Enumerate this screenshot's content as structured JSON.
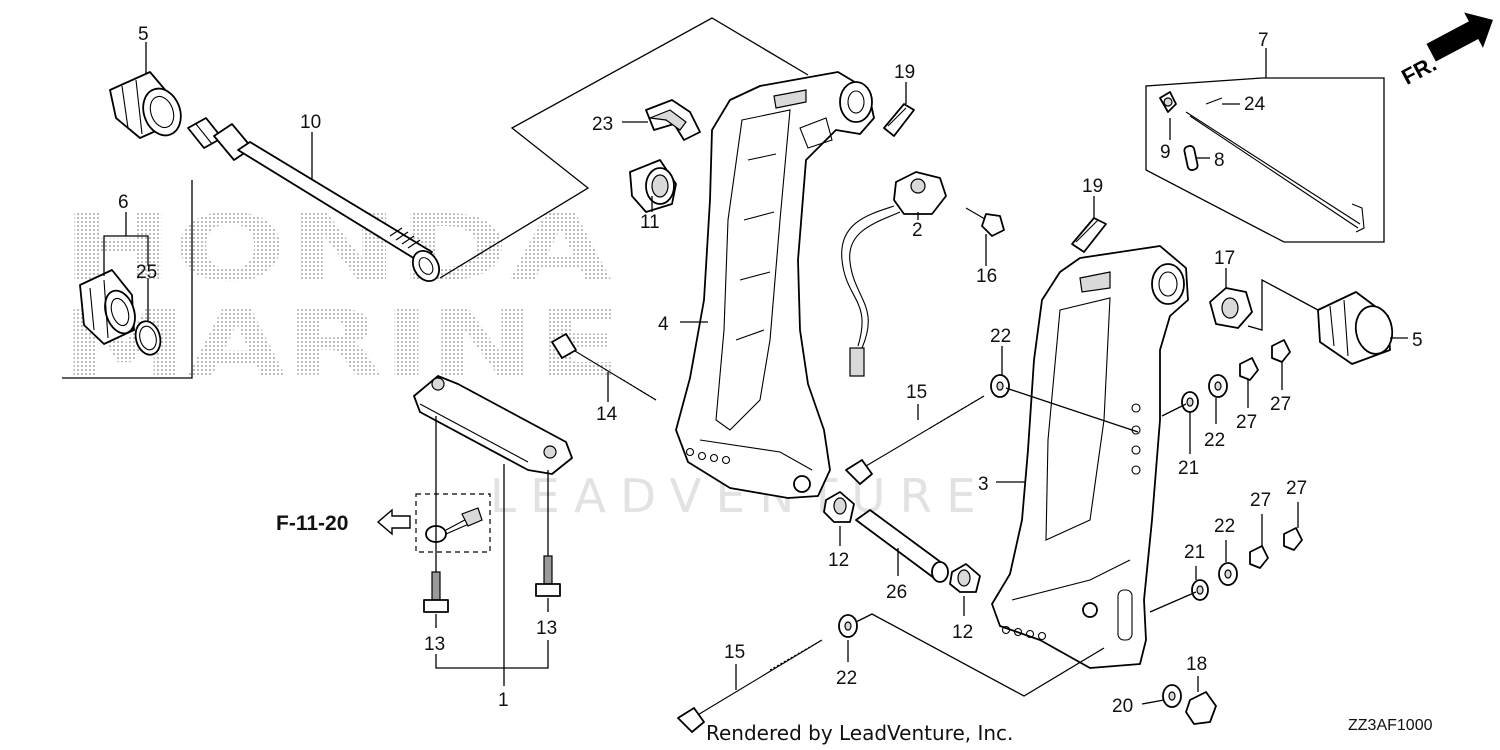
{
  "watermark": {
    "brand_top": "HONDA",
    "brand_bottom": "MARINE",
    "vendor": "LEADVENTURE"
  },
  "direction": {
    "label": "FR."
  },
  "reference": {
    "label": "F-11-20"
  },
  "footer": {
    "rendered_by": "Rendered by LeadVenture, Inc.",
    "diagram_code": "ZZ3AF1000"
  },
  "callouts": {
    "c1": "1",
    "c2": "2",
    "c3": "3",
    "c4": "4",
    "c5a": "5",
    "c5b": "5",
    "c6": "6",
    "c7": "7",
    "c8": "8",
    "c9": "9",
    "c10": "10",
    "c11": "11",
    "c12a": "12",
    "c12b": "12",
    "c13a": "13",
    "c13b": "13",
    "c14": "14",
    "c15a": "15",
    "c15b": "15",
    "c16": "16",
    "c17": "17",
    "c18": "18",
    "c19a": "19",
    "c19b": "19",
    "c20": "20",
    "c21a": "21",
    "c21b": "21",
    "c22a": "22",
    "c22b": "22",
    "c22c": "22",
    "c22d": "22",
    "c23": "23",
    "c24": "24",
    "c25": "25",
    "c26": "26",
    "c27a": "27",
    "c27b": "27",
    "c27c": "27",
    "c27d": "27"
  }
}
